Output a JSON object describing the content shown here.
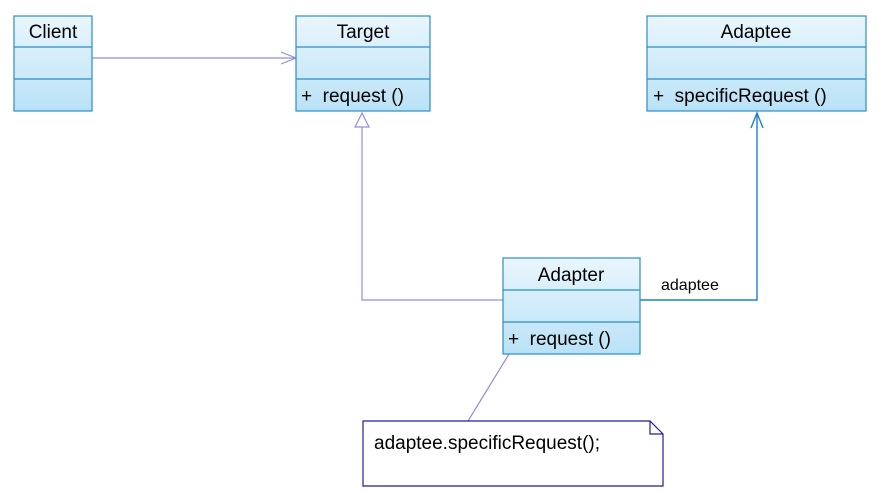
{
  "colors": {
    "class_fill_top": "#eaf6fd",
    "class_fill_bottom": "#b9e2f7",
    "class_border": "#2a8ec9",
    "line_association": "#8f8fe0",
    "line_directed": "#1f7fcf",
    "note_border": "#1f1f9a",
    "note_fill": "#ffffff"
  },
  "classes": {
    "client": {
      "name": "Client"
    },
    "target": {
      "name": "Target",
      "operation": "+  request ()"
    },
    "adaptee": {
      "name": "Adaptee",
      "operation": "+  specificRequest ()"
    },
    "adapter": {
      "name": "Adapter",
      "operation": "+  request ()"
    }
  },
  "relations": {
    "adapter_adaptee_role": "adaptee"
  },
  "note": {
    "text": "adaptee.specificRequest();"
  }
}
